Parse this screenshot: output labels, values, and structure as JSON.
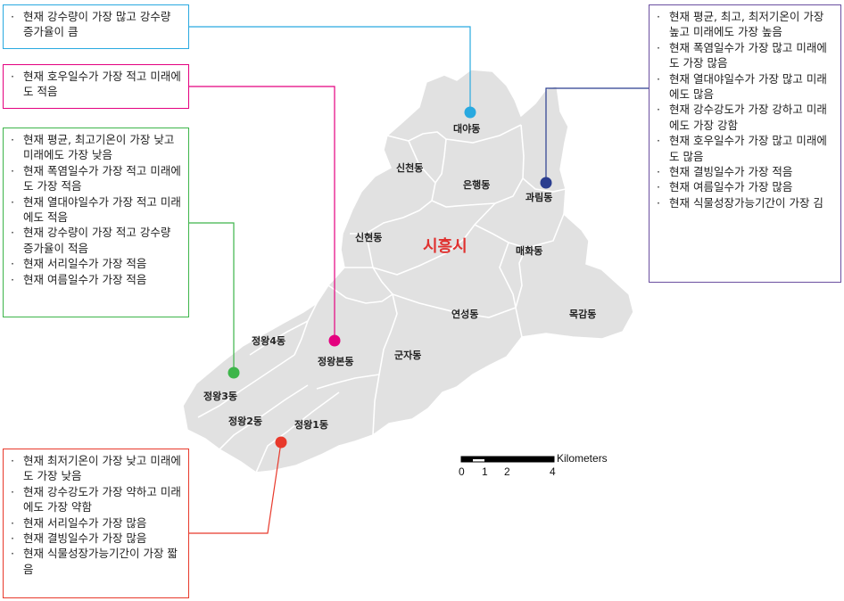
{
  "city_label": "시흥시",
  "colors": {
    "cyan": "#29a9e0",
    "magenta": "#e4007f",
    "green": "#3db54a",
    "red": "#e8392b",
    "navy": "#2a3d8f",
    "purple": "#6b4fa0",
    "region_fill": "#e1e1e1",
    "city_text": "#e0312f"
  },
  "dongs": [
    {
      "name": "대야동"
    },
    {
      "name": "신천동"
    },
    {
      "name": "은행동"
    },
    {
      "name": "과림동"
    },
    {
      "name": "신현동"
    },
    {
      "name": "매화동"
    },
    {
      "name": "연성동"
    },
    {
      "name": "목감동"
    },
    {
      "name": "정왕4동"
    },
    {
      "name": "정왕본동"
    },
    {
      "name": "군자동"
    },
    {
      "name": "정왕3동"
    },
    {
      "name": "정왕2동"
    },
    {
      "name": "정왕1동"
    }
  ],
  "callouts": {
    "daeya": [
      "현재 강수량이 가장 많고 강수량 증가율이 큼"
    ],
    "jeongwangbon": [
      "현재 호우일수가 가장 적고 미래에도 적음"
    ],
    "jeongwang3": [
      "현재 평균, 최고기온이 가장 낮고 미래에도 가장 낮음",
      "현재 폭염일수가 가장 적고 미래에도 가장 적음",
      "현재 열대야일수가 가장 적고 미래에도 적음",
      "현재 강수량이 가장 적고 강수량 증가율이 적음",
      "현재 서리일수가 가장 적음",
      "현재 여름일수가 가장 적음"
    ],
    "jeongwang1": [
      "현재 최저기온이 가장 낮고 미래에도 가장 낮음",
      "현재 강수강도가 가장 약하고 미래에도 가장 약함",
      "현재 서리일수가 가장 많음",
      "현재 결빙일수가 가장 많음",
      "현재 식물성장가능기간이 가장 짧음"
    ],
    "gwarim": [
      "현재 평균, 최고, 최저기온이 가장 높고 미래에도 가장 높음",
      "현재 폭염일수가 가장 많고 미래에도 가장 많음",
      "현재 열대야일수가 가장 많고 미래에도 많음",
      "현재 강수강도가 가장 강하고 미래에도 가장 강함",
      "현재 호우일수가 가장 많고 미래에도 많음",
      "현재 결빙일수가 가장 적음",
      "현재 여름일수가 가장 많음",
      "현재 식물성장가능기간이 가장 김"
    ]
  },
  "scale_bar": {
    "unit": "Kilometers",
    "ticks": [
      "0",
      "1",
      "2",
      "4"
    ]
  }
}
